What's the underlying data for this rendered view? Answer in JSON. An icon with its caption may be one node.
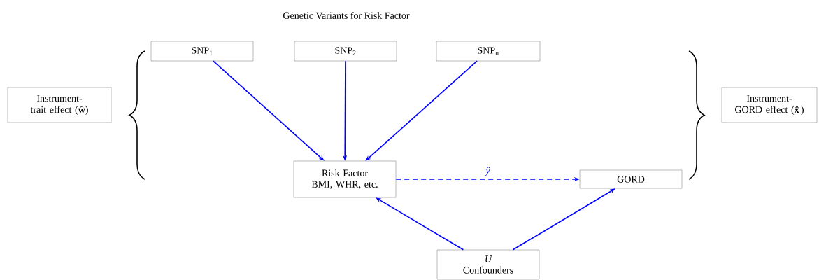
{
  "diagram": {
    "title": "Genetic Variants for Risk Factor",
    "nodes": [
      {
        "text": [
          "SNP$_{1}$"
        ]
      },
      {
        "text": [
          "SNP$_{2}$"
        ]
      },
      {
        "text": [
          "SNP$_{n}$"
        ]
      },
      {
        "text": [
          "Instrument-trait effect (**ŵ**)"
        ]
      },
      {
        "text": [
          "Risk Factor",
          "BMI, WHR, etc."
        ]
      },
      {
        "text": [
          "GORD"
        ]
      },
      {
        "text": [
          "Instrument-GORD effect (**x̂**)"
        ]
      },
      {
        "text": [
          "U",
          "Confounders"
        ]
      }
    ],
    "edges": [
      {
        "from": 0,
        "to": 4,
        "arrow": "to"
      },
      {
        "from": 1,
        "to": 4,
        "arrow": "to"
      },
      {
        "from": 2,
        "to": 4,
        "arrow": "to"
      },
      {
        "from": 4,
        "to": 5,
        "arrow": "to",
        "label": "ŷ",
        "style": "dashed"
      },
      {
        "from": 7,
        "to": 4,
        "arrow": "to"
      },
      {
        "from": 7,
        "to": 5,
        "arrow": "to"
      }
    ]
  }
}
